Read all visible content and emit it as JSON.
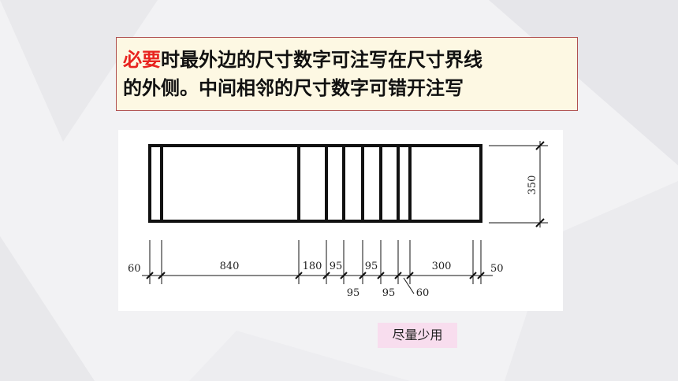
{
  "note": {
    "highlight": "必要",
    "line1_rest": "时最外边的尺寸数字可注写在尺寸界线",
    "line2": "的外侧。中间相邻的尺寸数字可错开注写",
    "highlight_color": "#e8231f"
  },
  "diagram": {
    "dims_top": [
      "60",
      "840",
      "180",
      "95",
      "95",
      "300",
      "50"
    ],
    "dims_bottom": [
      "95",
      "95",
      "60"
    ],
    "height_dim": "350"
  },
  "caption": "尽量少用"
}
